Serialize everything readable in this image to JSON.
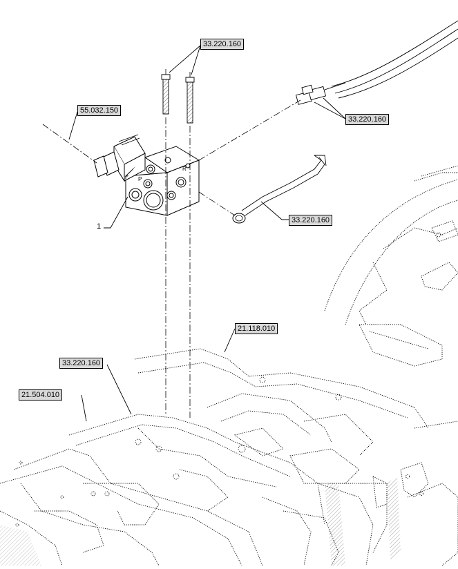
{
  "callouts": [
    {
      "id": "c1",
      "label": "33.220.160"
    },
    {
      "id": "c2",
      "label": "55.032.150"
    },
    {
      "id": "c3",
      "label": "33.220.160"
    },
    {
      "id": "c4",
      "label": "33.220.160"
    },
    {
      "id": "c5",
      "label": "21.118.010"
    },
    {
      "id": "c6",
      "label": "33.220.160"
    },
    {
      "id": "c7",
      "label": "21.504.010"
    }
  ],
  "item_number": "1",
  "port_labels": {
    "p": "P",
    "r": "R"
  }
}
